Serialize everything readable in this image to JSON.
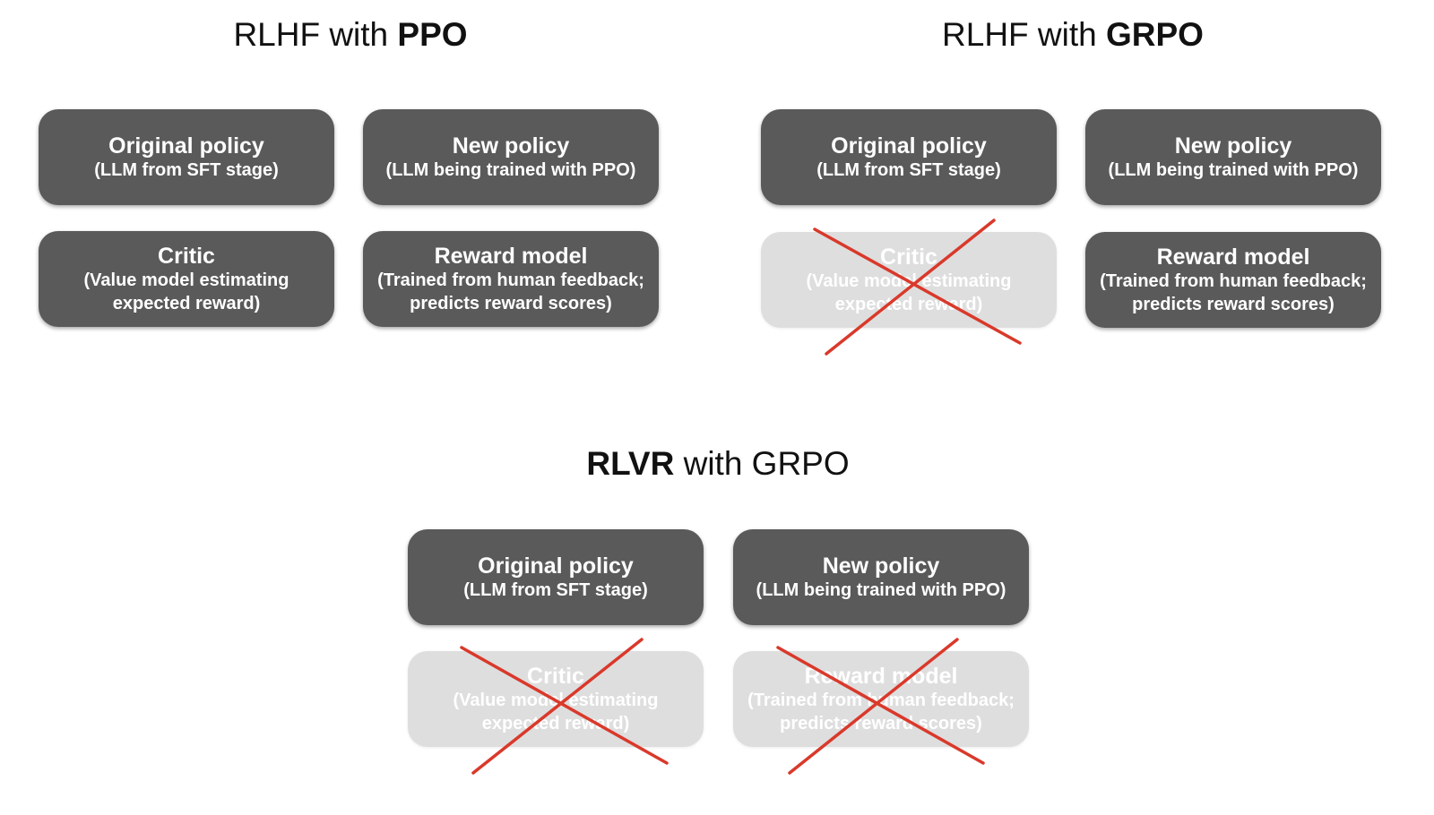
{
  "panels": {
    "ppo": {
      "title": {
        "prefix": "RLHF with ",
        "emphasis": "PPO"
      },
      "boxes": {
        "original_policy": {
          "heading": "Original policy",
          "lines": [
            "(LLM from SFT stage)"
          ]
        },
        "new_policy": {
          "heading": "New policy",
          "lines": [
            "(LLM being trained with PPO)"
          ]
        },
        "critic": {
          "heading": "Critic",
          "lines": [
            "(Value model estimating",
            "expected reward)"
          ]
        },
        "reward_model": {
          "heading": "Reward model",
          "lines": [
            "(Trained from human feedback;",
            "predicts reward scores)"
          ]
        }
      }
    },
    "grpo": {
      "title": {
        "prefix": "RLHF with ",
        "emphasis": "GRPO"
      },
      "boxes": {
        "original_policy": {
          "heading": "Original policy",
          "lines": [
            "(LLM from SFT stage)"
          ]
        },
        "new_policy": {
          "heading": "New policy",
          "lines": [
            "(LLM being trained with PPO)"
          ]
        },
        "critic": {
          "heading": "Critic",
          "lines": [
            "(Value model estimating",
            "expected reward)"
          ],
          "crossed_out": true
        },
        "reward_model": {
          "heading": "Reward model",
          "lines": [
            "(Trained from human feedback;",
            "predicts reward scores)"
          ]
        }
      }
    },
    "rlvr": {
      "title": {
        "emphasis": "RLVR",
        "suffix": " with GRPO"
      },
      "boxes": {
        "original_policy": {
          "heading": "Original policy",
          "lines": [
            "(LLM from SFT stage)"
          ]
        },
        "new_policy": {
          "heading": "New policy",
          "lines": [
            "(LLM being trained with PPO)"
          ]
        },
        "critic": {
          "heading": "Critic",
          "lines": [
            "(Value model estimating",
            "expected reward)"
          ],
          "crossed_out": true
        },
        "reward_model": {
          "heading": "Reward model",
          "lines": [
            "(Trained from human feedback;",
            "predicts reward scores)"
          ],
          "crossed_out": true
        }
      }
    }
  },
  "colors": {
    "active_box": "#5a5a5a",
    "disabled_box": "#dedede",
    "cross_mark": "#d9392b"
  }
}
